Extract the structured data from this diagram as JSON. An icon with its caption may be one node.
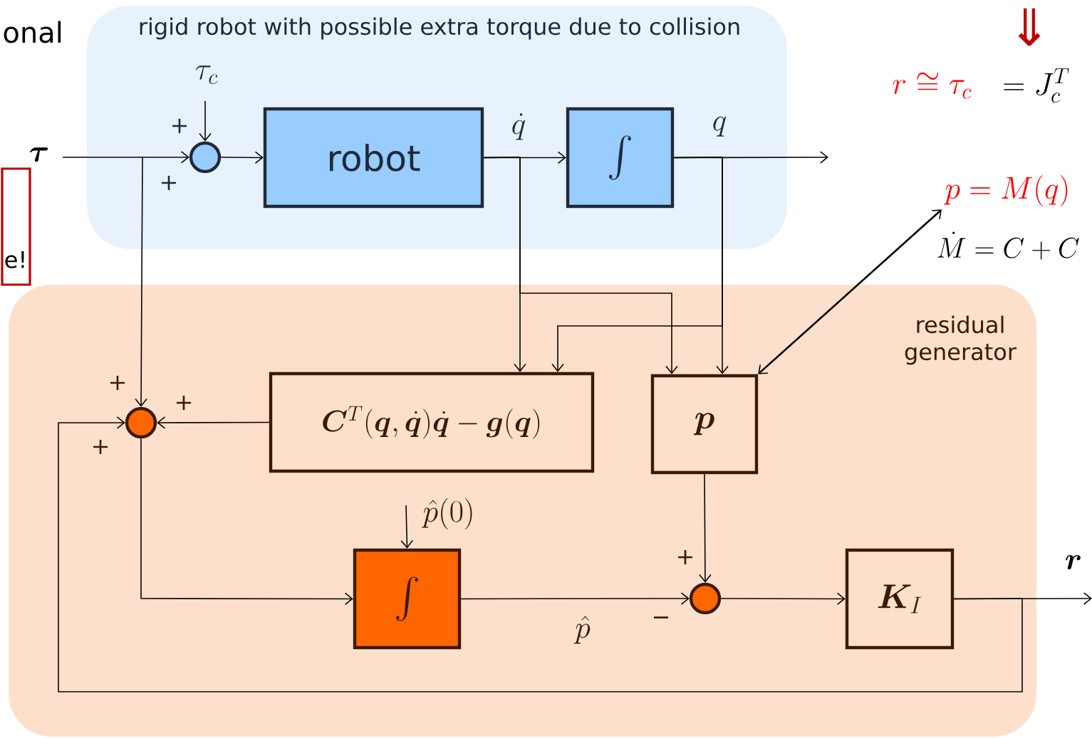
{
  "diagram": {
    "nodes": [
      {
        "text": [
          "rigid robot with possible extra torque due to collision"
        ]
      },
      {
        "text": [],
        "shape": "circle",
        "in": 0
      },
      {
        "text": [
          "robot"
        ],
        "in": 0
      },
      {
        "text": [
          "\\int"
        ],
        "in": 0
      },
      {
        "text": [
          "residual generator"
        ]
      },
      {
        "text": [],
        "shape": "circle",
        "in": 4
      },
      {
        "text": [
          "\\boldsymbol{C}^T(\\boldsymbol{q},\\dot{\\boldsymbol{q}})\\dot{\\boldsymbol{q}} - \\boldsymbol{g}(\\boldsymbol{q})"
        ],
        "in": 4
      },
      {
        "text": [
          "\\boldsymbol{p}"
        ],
        "in": 4
      },
      {
        "text": [
          "\\int"
        ],
        "in": 4
      },
      {
        "text": [],
        "shape": "circle",
        "in": 4
      },
      {
        "text": [
          "\\boldsymbol{K}_I"
        ],
        "in": 4
      },
      {
        "text": [
          "e!"
        ]
      },
      {
        "text": [
          "p = M(q)"
        ]
      }
    ],
    "edges": [
      {
        "from": null,
        "to": 1,
        "arrow": "to",
        "label": "\\boldsymbol{\\tau}"
      },
      {
        "from": null,
        "to": 5,
        "arrow": "to"
      },
      {
        "from": null,
        "to": 1,
        "arrow": "to",
        "label": "\\tau_c"
      },
      {
        "from": 1,
        "to": 2,
        "arrow": "to"
      },
      {
        "from": 2,
        "to": 3,
        "arrow": "to",
        "label": "\\dot{q}"
      },
      {
        "from": 3,
        "to": null,
        "arrow": "to",
        "label": "q"
      },
      {
        "from": 2,
        "to": 6,
        "arrow": "to"
      },
      {
        "from": 2,
        "to": 7,
        "arrow": "to"
      },
      {
        "from": 3,
        "to": 6,
        "arrow": "to"
      },
      {
        "from": 3,
        "to": 7,
        "arrow": "to"
      },
      {
        "from": 6,
        "to": 5,
        "arrow": "to"
      },
      {
        "from": 5,
        "to": 8,
        "arrow": "to"
      },
      {
        "from": null,
        "to": 8,
        "arrow": "to",
        "label": "\\hat{p}(0)"
      },
      {
        "from": 8,
        "to": 9,
        "arrow": "to",
        "label": "\\hat{p}"
      },
      {
        "from": 7,
        "to": 9,
        "arrow": "to"
      },
      {
        "from": 9,
        "to": 10,
        "arrow": "to"
      },
      {
        "from": 10,
        "to": null,
        "arrow": "to",
        "label": "\\boldsymbol{r}"
      },
      {
        "from": 10,
        "to": 5,
        "arrow": "to"
      },
      {
        "from": 7,
        "to": 12,
        "arrow": "both"
      }
    ],
    "labels": [
      "onal",
      "⇓",
      "r \\cong \\tau_c",
      "= J_c^T",
      "\\dot{M} = C + C",
      "+",
      "+",
      "+",
      "+",
      "+",
      "+",
      "−"
    ]
  }
}
